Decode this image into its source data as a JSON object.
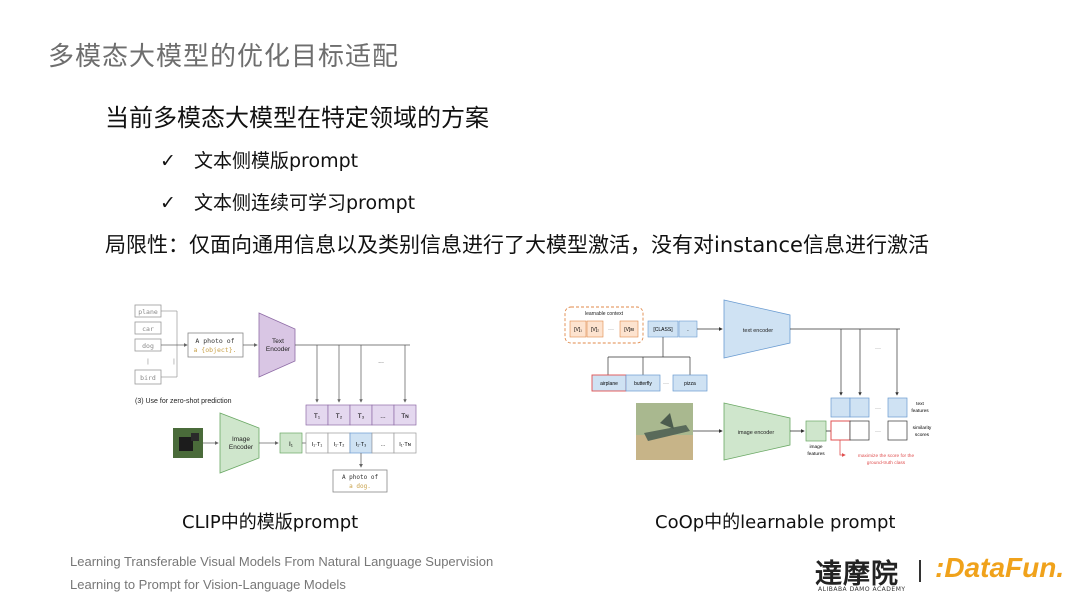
{
  "slide": {
    "title": "多模态大模型的优化目标适配",
    "heading": "当前多模态大模型在特定领域的方案",
    "bullets": [
      {
        "check": "✓",
        "text": "文本侧模版prompt"
      },
      {
        "check": "✓",
        "text": "文本侧连续可学习prompt"
      }
    ],
    "limitation": "局限性：仅面向通用信息以及类别信息进行了大模型激活，没有对instance信息进行激活"
  },
  "clip": {
    "classes": [
      "plane",
      "car",
      "dog",
      "|",
      "|",
      "bird"
    ],
    "prompt_top": "A photo of",
    "prompt_bottom": "a {object}.",
    "text_encoder_1": "Text",
    "text_encoder_2": "Encoder",
    "zero_shot": "(3) Use for zero-shot prediction",
    "ellipsis": "...",
    "t_cells": [
      "T₁",
      "T₂",
      "T₃",
      "...",
      "Tɴ"
    ],
    "image_encoder_1": "Image",
    "image_encoder_2": "Encoder",
    "i1": "I₁",
    "it_cells": [
      "I₁·T₁",
      "I₁·T₂",
      "I₁·T₃",
      "...",
      "I₁·Tɴ"
    ],
    "result_top": "A photo of",
    "result_bottom": "a dog.",
    "caption": "CLIP中的模版prompt"
  },
  "coop": {
    "learnable_context": "learnable context",
    "v_cells": [
      "[V]₁",
      "[V]₂",
      "···",
      "[V]ᴍ"
    ],
    "class_cell": "[CLASS]",
    "dot_cell": ".",
    "text_encoder": "text encoder",
    "ellipsis": "···",
    "class_names": [
      "airplane",
      "butterfly",
      "···",
      "pizza"
    ],
    "image_encoder": "image encoder",
    "image_features_1": "image",
    "image_features_2": "features",
    "text_features_1": "text",
    "text_features_2": "features",
    "similarity_1": "similarity",
    "similarity_2": "scores",
    "maximize_1": "maximize the score for the",
    "maximize_2": "ground-truth class",
    "caption": "CoOp中的learnable prompt"
  },
  "references": [
    "Learning Transferable Visual Models From Natural Language Supervision",
    "Learning to Prompt for Vision-Language Models"
  ],
  "logos": {
    "damo": "達摩院",
    "damo_sub": "ALIBABA DAMO ACADEMY",
    "datafun": ":DataFun."
  },
  "colors": {
    "text_encoder_fill": "#d9c6e4",
    "image_encoder_fill": "#cfe6cc",
    "t_cell_fill": "#e4d8ef",
    "coop_blue": "#cfe2f3",
    "coop_orange": "#fde3cf",
    "coop_red": "#e05050",
    "datafun_orange": "#f0a21b"
  }
}
